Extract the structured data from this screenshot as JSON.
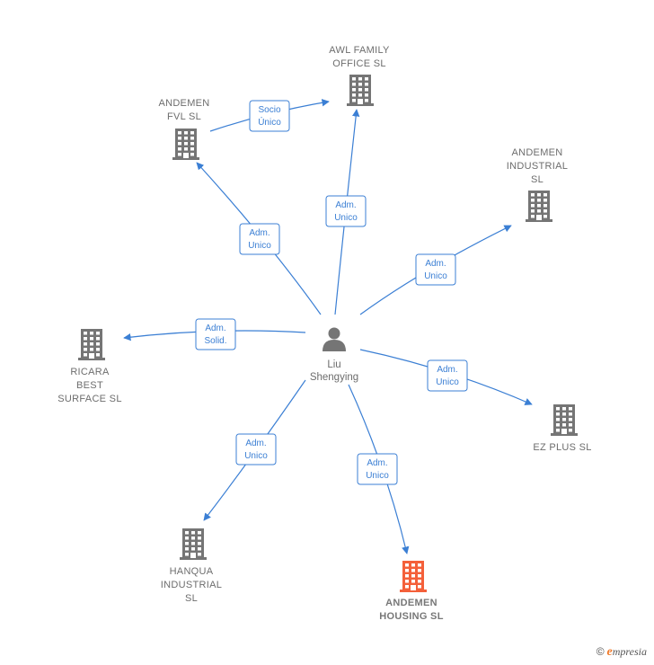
{
  "colors": {
    "edge": "#3b7fd4",
    "building": "#757575",
    "building_highlight": "#f4603a",
    "person": "#757575"
  },
  "person": {
    "id": "liu",
    "lines": [
      "Liu",
      "Shengying"
    ],
    "icon": "person-icon"
  },
  "companies": [
    {
      "id": "awl",
      "lines": [
        "AWL FAMILY",
        "OFFICE  SL"
      ],
      "highlight": false,
      "icon": "building-icon"
    },
    {
      "id": "fvl",
      "lines": [
        "ANDEMEN",
        "FVL  SL"
      ],
      "highlight": false,
      "icon": "building-icon"
    },
    {
      "id": "industrial",
      "lines": [
        "ANDEMEN",
        "INDUSTRIAL",
        "SL"
      ],
      "highlight": false,
      "icon": "building-icon"
    },
    {
      "id": "ricara",
      "lines": [
        "RICARA",
        "BEST",
        "SURFACE  SL"
      ],
      "highlight": false,
      "icon": "building-icon"
    },
    {
      "id": "ezplus",
      "lines": [
        "EZ PLUS  SL"
      ],
      "highlight": false,
      "icon": "building-icon"
    },
    {
      "id": "hanqua",
      "lines": [
        "HANQUA",
        "INDUSTRIAL",
        "SL"
      ],
      "highlight": false,
      "icon": "building-icon"
    },
    {
      "id": "housing",
      "lines": [
        "ANDEMEN",
        "HOUSING  SL"
      ],
      "highlight": true,
      "icon": "building-icon"
    }
  ],
  "edges": [
    {
      "from": "fvl",
      "to": "awl",
      "label": [
        "Socio",
        "Único"
      ]
    },
    {
      "from": "liu",
      "to": "fvl",
      "label": [
        "Adm.",
        "Unico"
      ]
    },
    {
      "from": "liu",
      "to": "awl",
      "label": [
        "Adm.",
        "Unico"
      ]
    },
    {
      "from": "liu",
      "to": "industrial",
      "label": [
        "Adm.",
        "Unico"
      ]
    },
    {
      "from": "liu",
      "to": "ricara",
      "label": [
        "Adm.",
        "Solid."
      ]
    },
    {
      "from": "liu",
      "to": "ezplus",
      "label": [
        "Adm.",
        "Unico"
      ]
    },
    {
      "from": "liu",
      "to": "hanqua",
      "label": [
        "Adm.",
        "Unico"
      ]
    },
    {
      "from": "liu",
      "to": "housing",
      "label": [
        "Adm.",
        "Unico"
      ]
    }
  ],
  "footer": {
    "copyright": "©",
    "brand_initial": "e",
    "brand_rest": "mpresia"
  }
}
